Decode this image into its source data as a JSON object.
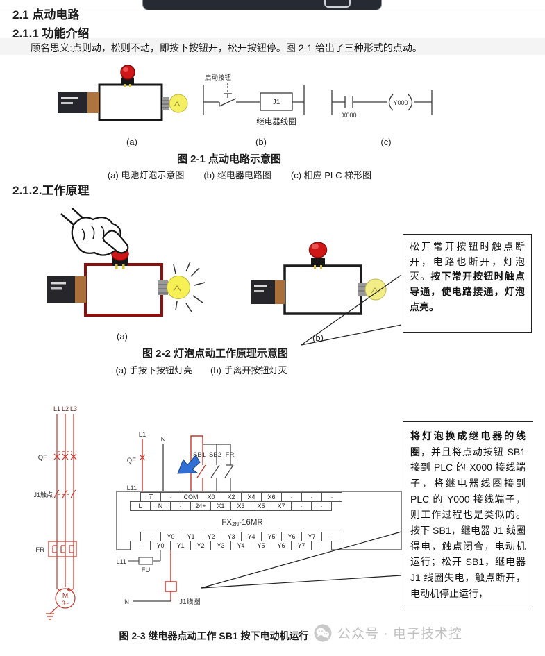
{
  "doc": {
    "h1": "2.1 点动电路",
    "h2": "2.1.1 功能介绍",
    "intro": "顾名思义:点则动，松则不动，即按下按钮开，松开按钮停。图 2-1 给出了三种形式的点动。",
    "h3": "2.1.2.工作原理"
  },
  "fig1": {
    "a_label": "(a)",
    "b_label": "(b)",
    "c_label": "(c)",
    "start_button": "启动按钮",
    "relay_name": "J1",
    "relay_coil_label": "继电器线圈",
    "contact_label": "X000",
    "coil_label": "Y000",
    "caption": "图 2-1 点动电路示意图",
    "sub_a": "(a) 电池灯泡示意图",
    "sub_b": "(b) 继电器电路图",
    "sub_c": "(c) 相应 PLC 梯形图"
  },
  "fig2": {
    "a_label": "(a)",
    "b_label": "(b)",
    "note_plain": "松开常开按钮时触点断开，电路也断开，灯泡灭。",
    "note_bold": "按下常开按钮时触点导通，使电路接通，灯泡点亮。",
    "caption": "图 2-2 灯泡点动工作原理示意图",
    "sub_a": "(a) 手按下按钮灯亮",
    "sub_b": "(b) 手离开按钮灯灭"
  },
  "fig3": {
    "left": {
      "l1": "L1",
      "l2": "L2",
      "l3": "L3",
      "qf": "QF",
      "j1_contacts": "J1触点",
      "fr": "FR",
      "motor_m": "M",
      "motor_ph": "3~"
    },
    "mid": {
      "l1": "L1",
      "n": "N",
      "qf": "QF",
      "l11": "L11",
      "sb1": "SB1",
      "sb2": "SB2",
      "fr": "FR",
      "plc_pre": "FX",
      "plc_sub": "2N",
      "plc_suf": "-16MR",
      "in_top": [
        "〒",
        "·",
        "COM",
        "X0",
        "X2",
        "X4",
        "X6",
        "·",
        "·",
        "·"
      ],
      "in_bottom": [
        "L",
        "N",
        "·",
        "24+",
        "X1",
        "X3",
        "X5",
        "X7",
        "·",
        "·"
      ],
      "out_top": [
        "·",
        "Y0",
        "Y1",
        "Y2",
        "Y3",
        "Y4",
        "Y5",
        "Y6",
        "Y7",
        "·"
      ],
      "out_bottom": [
        "·",
        "Y0",
        "Y1",
        "Y2",
        "Y3",
        "Y4",
        "Y5",
        "Y6",
        "Y7",
        "·"
      ],
      "l11_b": "L11",
      "fu": "FU",
      "n_b": "N",
      "j1_coil": "J1线圈"
    },
    "note_bold": "将灯泡换成继电器的线圈",
    "note_rest": "，并且将点动按钮 SB1 接到 PLC 的 X000 接线端子，将继电器线圈接到 PLC 的 Y000 接线端子，则工作过程也是类似的。按下 SB1，继电器 J1 线圈得电，触点闭合，电动机运行；松开 SB1，继电器 J1 线圈失电，触点断开，电动机停止运行，",
    "caption": "图 2-3 继电器点动工作 SB1 按下电动机运行"
  },
  "footer": {
    "watermark": "公众号 · 电子技术控"
  },
  "colors": {
    "circuit_red": "#c2372b",
    "wire_dark_red": "#8a1010",
    "button_red": "#cf1717",
    "bulb_yellow": "#f6f055",
    "cursor_blue": "#2f6fd6",
    "watermark_gray": "#c0c0c0"
  }
}
